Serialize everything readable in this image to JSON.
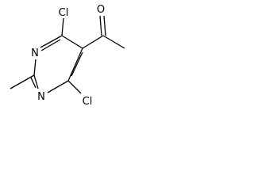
{
  "molecule": {
    "atoms": {
      "cl_top": "Cl",
      "cl_bottom": "Cl",
      "n_upper": "N",
      "n_lower": "N",
      "o_carbonyl": "O"
    }
  },
  "colors": {
    "bond": "#000000",
    "label": "#000000",
    "background": "#ffffff"
  }
}
